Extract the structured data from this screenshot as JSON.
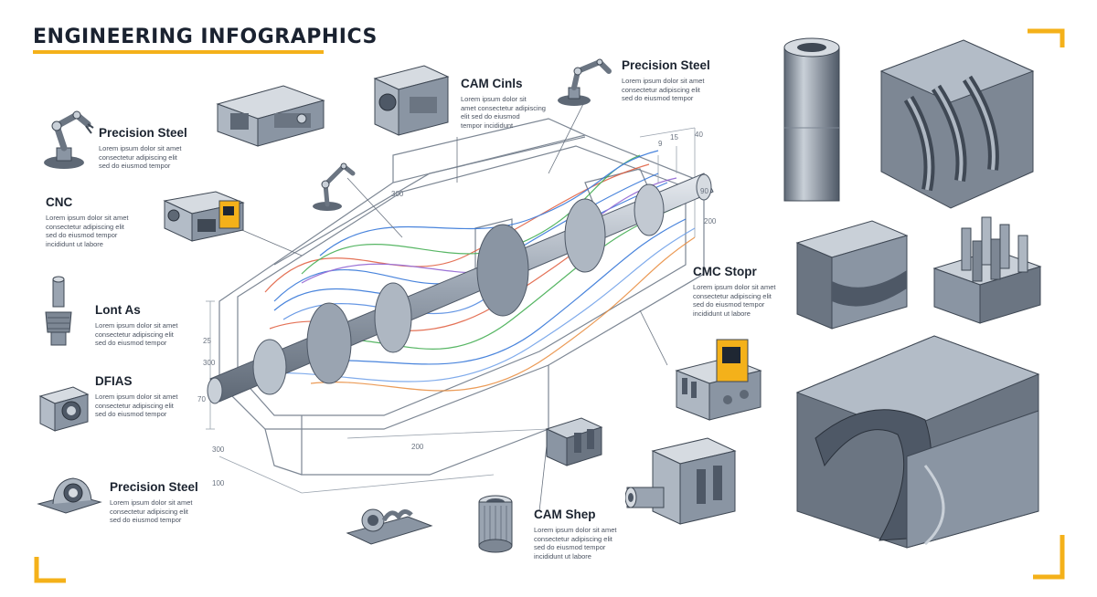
{
  "title": "ENGINEERING INFOGRAPHICS",
  "labels": [
    {
      "id": "precision-steel-1",
      "heading": "Precision Steel",
      "body": [
        "Lorem ipsum dolor sit amet",
        "consectetur adipiscing elit",
        "sed do eiusmod tempor"
      ]
    },
    {
      "id": "cnc",
      "heading": "CNC",
      "body": [
        "Lorem ipsum dolor sit amet",
        "consectetur adipiscing elit",
        "sed do eiusmod tempor",
        "incididunt ut labore"
      ]
    },
    {
      "id": "lont-as",
      "heading": "Lont As",
      "body": [
        "Lorem ipsum dolor sit amet",
        "consectetur adipiscing elit",
        "sed do eiusmod tempor"
      ]
    },
    {
      "id": "dfias",
      "heading": "DFIAS",
      "body": [
        "Lorem ipsum dolor sit amet",
        "consectetur adipiscing elit",
        "sed do eiusmod tempor"
      ]
    },
    {
      "id": "precision-steel-2",
      "heading": "Precision Steel",
      "body": [
        "Lorem ipsum dolor sit amet",
        "consectetur adipiscing elit",
        "sed do eiusmod tempor"
      ]
    },
    {
      "id": "cam-cinls",
      "heading": "CAM Cinls",
      "body": [
        "Lorem ipsum dolor sit",
        "amet consectetur adipiscing",
        "elit sed do eiusmod",
        "tempor incididunt"
      ]
    },
    {
      "id": "precision-steel-3",
      "heading": "Precision Steel",
      "body": [
        "Lorem ipsum dolor sit amet",
        "consectetur adipiscing elit",
        "sed do eiusmod tempor"
      ]
    },
    {
      "id": "cmc-stopr",
      "heading": "CMC Stopr",
      "body": [
        "Lorem ipsum dolor sit amet",
        "consectetur adipiscing elit",
        "sed do eiusmod tempor",
        "incididunt ut labore"
      ]
    },
    {
      "id": "cam-shep",
      "heading": "CAM Shep",
      "body": [
        "Lorem ipsum dolor sit amet",
        "consectetur adipiscing elit",
        "sed do eiusmod tempor",
        "incididunt ut labore"
      ]
    }
  ],
  "dimensions": [
    "300",
    "300",
    "200",
    "300",
    "100",
    "90",
    "200",
    "40",
    "25",
    "70",
    "15",
    "9"
  ],
  "colors": {
    "accent": "#f4b11a",
    "steel_dark": "#4e5866",
    "steel_mid": "#8a95a3",
    "steel_light": "#c9d0d8",
    "wire_blue": "#2a6fd6",
    "wire_red": "#e05a3a",
    "wire_green": "#3aaa4a"
  }
}
